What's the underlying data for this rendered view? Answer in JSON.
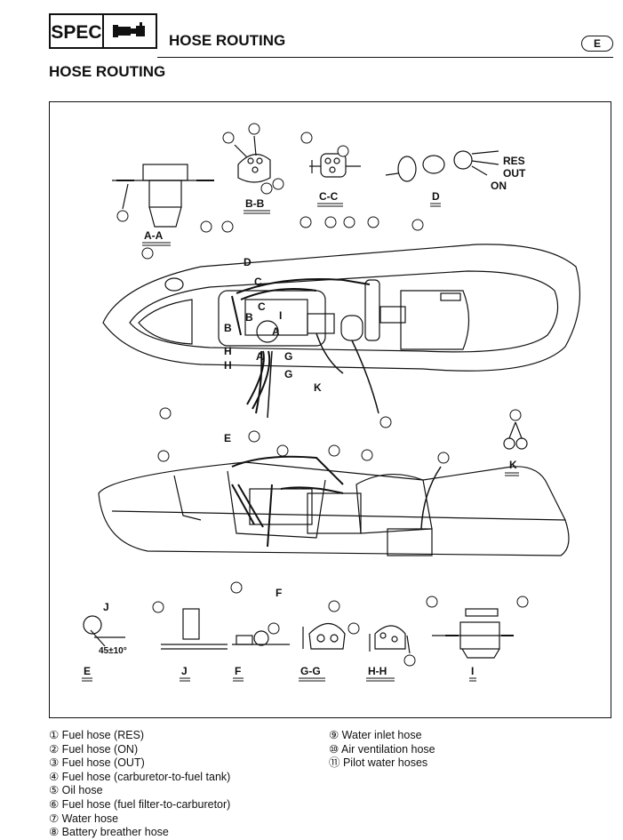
{
  "header": {
    "spec": "SPEC",
    "title": "HOSE ROUTING",
    "lang": "E",
    "tool_icon": "tool-icon"
  },
  "page_title": "HOSE ROUTING",
  "diagram": {
    "section_labels": {
      "aa": "A-A",
      "bb": "B-B",
      "cc": "C-C",
      "d": "D",
      "k": "K",
      "e": "E",
      "j": "J",
      "f": "F",
      "gg": "G-G",
      "hh": "H-H",
      "i": "I"
    },
    "valve": {
      "res": "RES",
      "out": "OUT",
      "on": "ON"
    },
    "angle": "45±10°",
    "callout_letters": {
      "a": "A",
      "b": "B",
      "c": "C",
      "d": "D",
      "e": "E",
      "f": "F",
      "g": "G",
      "h": "H",
      "i": "I",
      "j": "J",
      "k": "K"
    }
  },
  "legend": [
    "① Fuel hose (RES)",
    "② Fuel hose (ON)",
    "③ Fuel hose (OUT)",
    "④ Fuel hose (carburetor-to-fuel tank)",
    "⑤ Oil hose",
    "⑥ Fuel hose (fuel filter-to-carburetor)",
    "⑦ Water hose",
    "⑧ Battery breather hose",
    "⑨ Water inlet hose",
    "⑩ Air ventilation hose",
    "⑪ Pilot water hoses"
  ]
}
